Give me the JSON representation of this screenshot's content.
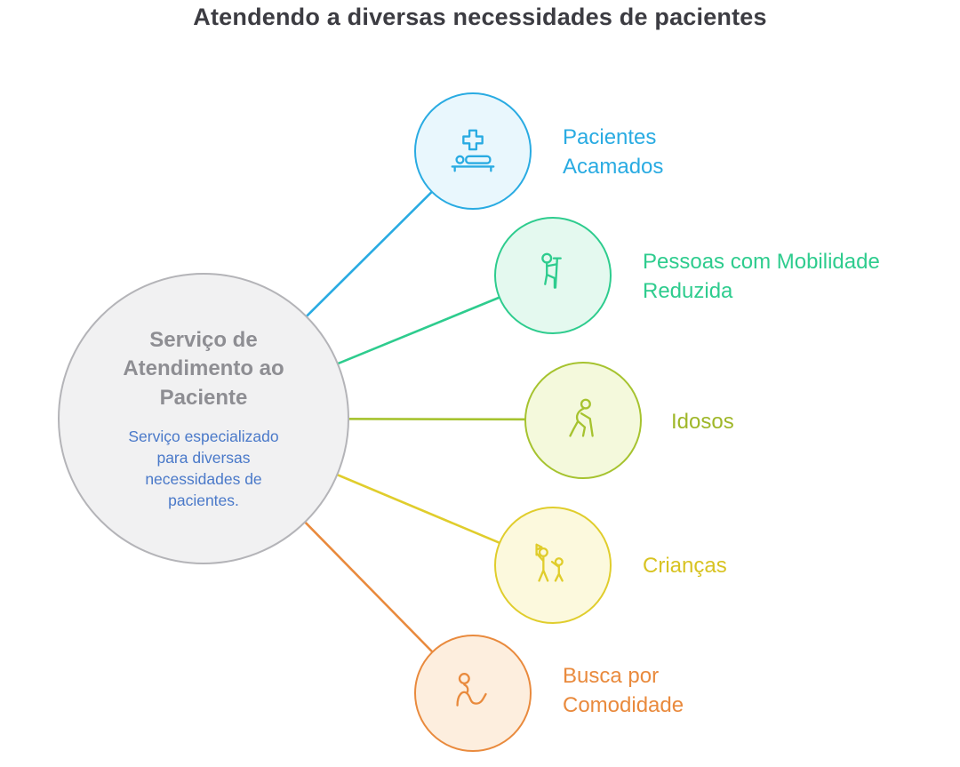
{
  "title": "Atendendo a diversas necessidades de pacientes",
  "center": {
    "title": "Serviço de Atendimento ao Paciente",
    "description": "Serviço especializado para diversas necessidades de pacientes."
  },
  "nodes": [
    {
      "label": "Pacientes Acamados",
      "icon": "bed-patient-icon",
      "color": "#29abe2"
    },
    {
      "label": "Pessoas com Mobilidade Reduzida",
      "icon": "person-crutch-icon",
      "color": "#2ecc8e"
    },
    {
      "label": "Idosos",
      "icon": "elderly-walking-icon",
      "color": "#a6c32f"
    },
    {
      "label": "Crianças",
      "icon": "adult-child-icon",
      "color": "#e0cd2c"
    },
    {
      "label": "Busca por Comodidade",
      "icon": "seated-person-icon",
      "color": "#e98a3d"
    }
  ],
  "colors": {
    "title": "#3c3c42",
    "center_fill": "#f1f1f2",
    "center_border": "#b4b4b8",
    "center_title": "#8e8e93",
    "center_desc": "#4a79c9",
    "blue": "#29abe2",
    "blue_fill": "#e9f7fd",
    "green": "#2ecc8e",
    "green_fill": "#e4f9ef",
    "olive": "#a6c32f",
    "olive_fill": "#f4f9dc",
    "olive_text": "#9fb729",
    "yellow": "#e0cd2c",
    "yellow_fill": "#fcf9dd",
    "yellow_text": "#d8c322",
    "orange": "#e98a3d",
    "orange_fill": "#fdeede"
  }
}
